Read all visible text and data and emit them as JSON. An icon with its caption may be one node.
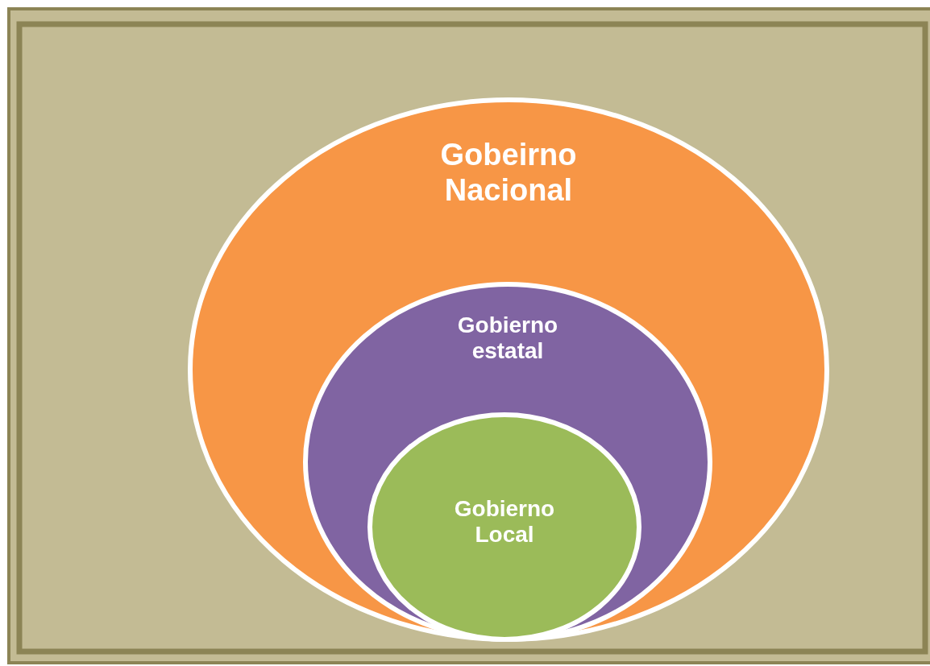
{
  "diagram": {
    "nodes": [
      {
        "text": [
          "Gobeirno Nacional"
        ]
      },
      {
        "text": [
          "Gobierno estatal"
        ],
        "in": 0
      },
      {
        "text": [
          "Gobierno Local"
        ],
        "in": 1
      }
    ]
  }
}
